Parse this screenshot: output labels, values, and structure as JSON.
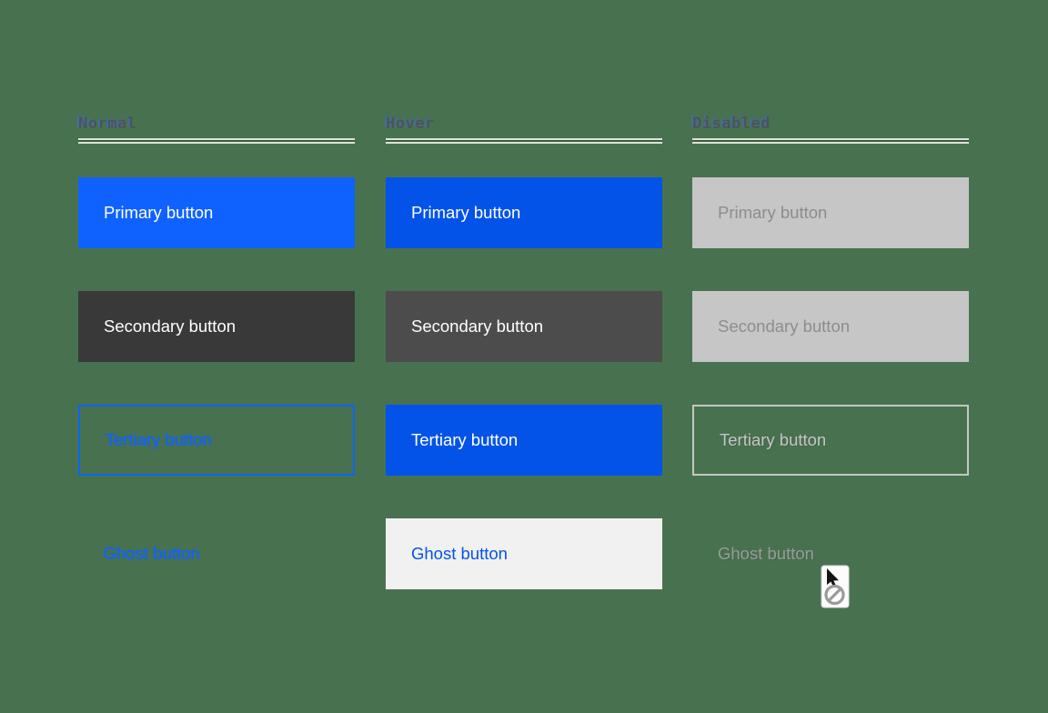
{
  "page": {
    "background_color": "#48724F"
  },
  "columns": [
    {
      "id": "normal",
      "header": "Normal",
      "buttons": [
        {
          "label": "Primary button",
          "variant": "primary",
          "state": "normal"
        },
        {
          "label": "Secondary button",
          "variant": "secondary",
          "state": "normal"
        },
        {
          "label": "Tertiary button",
          "variant": "tertiary",
          "state": "normal"
        },
        {
          "label": "Ghost button",
          "variant": "ghost",
          "state": "normal"
        }
      ]
    },
    {
      "id": "hover",
      "header": "Hover",
      "buttons": [
        {
          "label": "Primary button",
          "variant": "primary",
          "state": "hover"
        },
        {
          "label": "Secondary button",
          "variant": "secondary",
          "state": "hover"
        },
        {
          "label": "Tertiary button",
          "variant": "tertiary",
          "state": "hover"
        },
        {
          "label": "Ghost button",
          "variant": "ghost",
          "state": "hover"
        }
      ]
    },
    {
      "id": "disabled",
      "header": "Disabled",
      "buttons": [
        {
          "label": "Primary button",
          "variant": "primary",
          "state": "disabled"
        },
        {
          "label": "Secondary button",
          "variant": "secondary",
          "state": "disabled"
        },
        {
          "label": "Tertiary button",
          "variant": "tertiary",
          "state": "disabled"
        },
        {
          "label": "Ghost button",
          "variant": "ghost",
          "state": "disabled"
        }
      ]
    }
  ],
  "cursor": {
    "name": "not-allowed-cursor",
    "symbol": "prohibition-sign"
  },
  "colors": {
    "background": "#48724F",
    "header_text": "#4E5456",
    "primary": "#0F62FE",
    "primary_hover": "#0353E9",
    "secondary": "#393939",
    "secondary_hover": "#4C4C4C",
    "disabled_bg": "#C6C6C6",
    "disabled_text": "#8D8D8D",
    "tertiary_text": "#0F62FE",
    "tertiary_disabled": "#C6C6C6",
    "ghost_hover_bg": "#F1F1F1",
    "ghost_hover_text": "#0353E9",
    "ghost_disabled_text": "#979D9A",
    "button_text_light": "#FFFFFF"
  }
}
